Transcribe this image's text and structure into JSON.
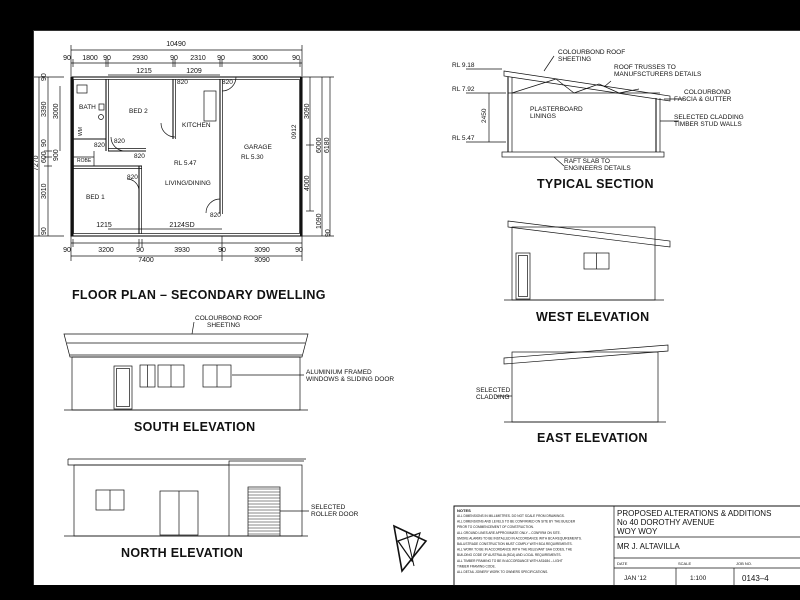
{
  "floor_plan": {
    "title": "FLOOR PLAN – SECONDARY DWELLING",
    "overall_top": "10490",
    "top_dims": [
      "90",
      "1800",
      "90",
      "2930",
      "90",
      "2310",
      "90",
      "3000",
      "90"
    ],
    "inner_top": [
      "1215",
      "1209"
    ],
    "door_tags": [
      "820",
      "820",
      "820",
      "820",
      "820",
      "820",
      "820"
    ],
    "left_dims": [
      "90",
      "3390",
      "3000",
      "90",
      "900",
      "7270",
      "600",
      "3010",
      "90"
    ],
    "right_dims": [
      "3090",
      "6000",
      "6180",
      "4000",
      "1090",
      "90"
    ],
    "bottom_inner": [
      "1215",
      "2124SD"
    ],
    "bottom_dims": [
      "90",
      "3200",
      "90",
      "3930",
      "90",
      "3090",
      "90"
    ],
    "bottom_totals": [
      "7400",
      "3090"
    ],
    "rooms": {
      "bath": "BATH",
      "bed2": "BED 2",
      "kitchen": "KITCHEN",
      "garage": "GARAGE",
      "garage_rl": "RL 5.30",
      "living_rl": "RL 5.47",
      "living": "LIVING/DINING",
      "robe": "ROBE",
      "bed1": "BED 1",
      "wm": "WM",
      "garage_door": "0912"
    }
  },
  "section": {
    "title": "TYPICAL SECTION",
    "rl_top": "RL 9.18",
    "rl_mid": "RL 7.92",
    "rl_bot": "RL 5.47",
    "height": "2450",
    "notes": {
      "roof": [
        "COLOURBOND ROOF",
        "SHEETING"
      ],
      "truss": [
        "ROOF TRUSSES TO",
        "MANUFSCTURERS DETAILS"
      ],
      "fascia": [
        "COLOURBOND",
        "FASCIA & GUTTER"
      ],
      "lining": [
        "PLASTERBOARD",
        "LININGS"
      ],
      "cladding": [
        "SELECTED CLADDING",
        "TIMBER STUD WALLS"
      ],
      "slab": [
        "RAFT SLAB TO",
        "ENGINEERS DETAILS"
      ]
    }
  },
  "west": {
    "title": "WEST ELEVATION"
  },
  "east": {
    "title": "EAST ELEVATION",
    "note": [
      "SELECTED",
      "CLADDING"
    ]
  },
  "south": {
    "title": "SOUTH ELEVATION",
    "roof_note": [
      "COLOURBOND ROOF",
      "SHEETING"
    ],
    "window_note": [
      "ALUMINIUM FRAMED",
      "WINDOWS & SLIDING DOOR"
    ]
  },
  "north": {
    "title": "NORTH ELEVATION",
    "door_note": [
      "SELECTED",
      "ROLLER DOOR"
    ]
  },
  "title_block": {
    "notes_header": "NOTES",
    "notes": [
      "ALL DIMENSIONS IN MILLIMETRES.        DO NOT SCALE FROM DRAWINGS.",
      "ALL DIMENSIONS AND LEVELS TO BE CONFIRMED ON SITE BY THE BUILDER",
      "PRIOR TO COMMENCEMENT OF CONSTRUCTION.",
      "ALL GROUND LINES ARE APPROXIMATE ONLY – CONFIRM ON SITE.",
      "SMOKE ALARMS TO BE INSTALLED IN ACCORDANCE WITH BCA REQUIREMENTS.",
      "BALUSTRADE CONSTRUCTION MUST COMPLY WITH BCA REQUIREMENTS.",
      "ALL WORK TO BE IN ACCORDANCE WITH THE RELEVANT SAA CODES, THE",
      "BUILDING CODE OF AUSTRALIA (BCA) AND LOCAL REQUIREMENTS.",
      "ALL TIMBER FRAMING TO BE IN ACCORDANCE WITH AS1684 – LIGHT",
      "TIMBER FRAMING CODE.",
      "ALL DETAIL JOINERY WORK TO OWNERS SPECIFICATIONS."
    ],
    "project": [
      "PROPOSED ALTERATIONS & ADDITIONS",
      "No 40 DOROTHY AVENUE",
      "WOY WOY"
    ],
    "client": "MR J. ALTAVILLA",
    "date_label": "DATE",
    "date": "JAN '12",
    "scale_label": "SCALE",
    "scale": "1:100",
    "job_label": "JOB NO.",
    "job": "0143–4"
  }
}
